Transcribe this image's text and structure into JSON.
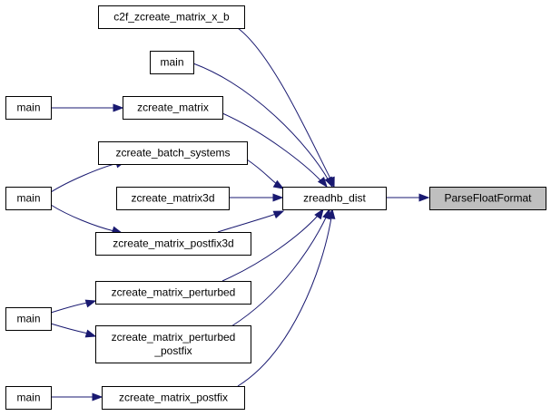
{
  "nodes": {
    "c2f": [
      "c2f_zcreate_matrix_x_b"
    ],
    "main_top": [
      "main"
    ],
    "main_a": [
      "main"
    ],
    "zcreate_matrix": [
      "zcreate_matrix"
    ],
    "zcreate_batch_systems": [
      "zcreate_batch_systems"
    ],
    "main_b": [
      "main"
    ],
    "zcreate_matrix3d": [
      "zcreate_matrix3d"
    ],
    "zcreate_matrix_postfix3d": [
      "zcreate_matrix_postfix3d"
    ],
    "zcreate_matrix_perturbed": [
      "zcreate_matrix_perturbed"
    ],
    "main_c": [
      "main"
    ],
    "zcreate_matrix_perturbed_postfix": [
      "zcreate_matrix_perturbed",
      "_postfix"
    ],
    "main_d": [
      "main"
    ],
    "zcreate_matrix_postfix": [
      "zcreate_matrix_postfix"
    ],
    "zreadhb_dist": [
      "zreadhb_dist"
    ],
    "parse_float_format": [
      "ParseFloatFormat"
    ]
  },
  "colors": {
    "edge": "#191970",
    "node_border": "#000000",
    "node_fill": "#ffffff",
    "focus_fill": "#bfbfbf"
  }
}
